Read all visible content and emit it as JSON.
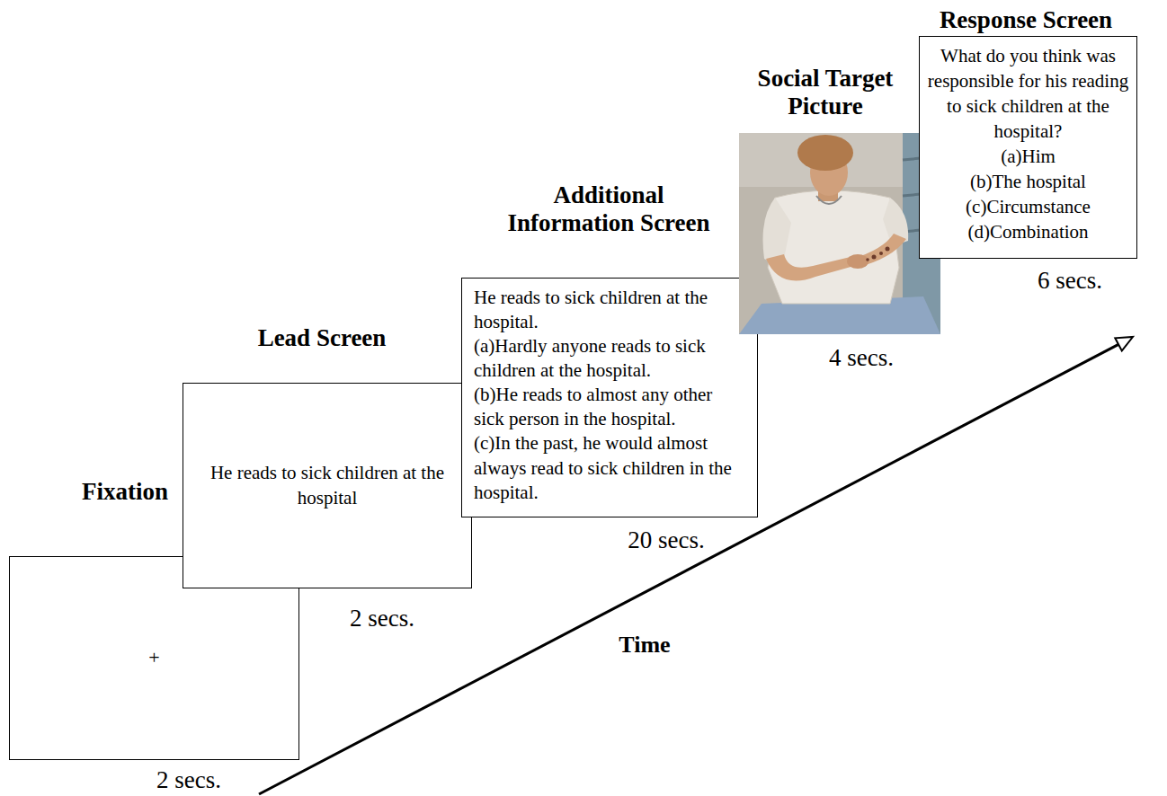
{
  "diagram": {
    "nodes": [
      {
        "text": [
          "Fixation",
          "+"
        ]
      },
      {
        "text": [
          "Lead Screen",
          "He reads to sick children at the hospital"
        ]
      },
      {
        "text": [
          "Additional Information Screen",
          "He reads to sick children at the hospital.",
          "(a)Hardly anyone reads to sick children at the hospital.",
          "(b)He reads to almost any other sick person in the hospital.",
          "(c)In the past, he would almost always read to sick children in the hospital."
        ]
      },
      {
        "text": [
          "Social Target Picture"
        ]
      },
      {
        "text": [
          "Response Screen",
          "What do you think was responsible for his reading to sick children at the hospital?",
          "(a)Him",
          "(b)The hospital",
          "(c)Circumstance",
          "(d)Combination"
        ]
      }
    ],
    "labels": [
      "2 secs.",
      "2 secs.",
      "20 secs.",
      "4 secs.",
      "6 secs.",
      "Time"
    ]
  }
}
